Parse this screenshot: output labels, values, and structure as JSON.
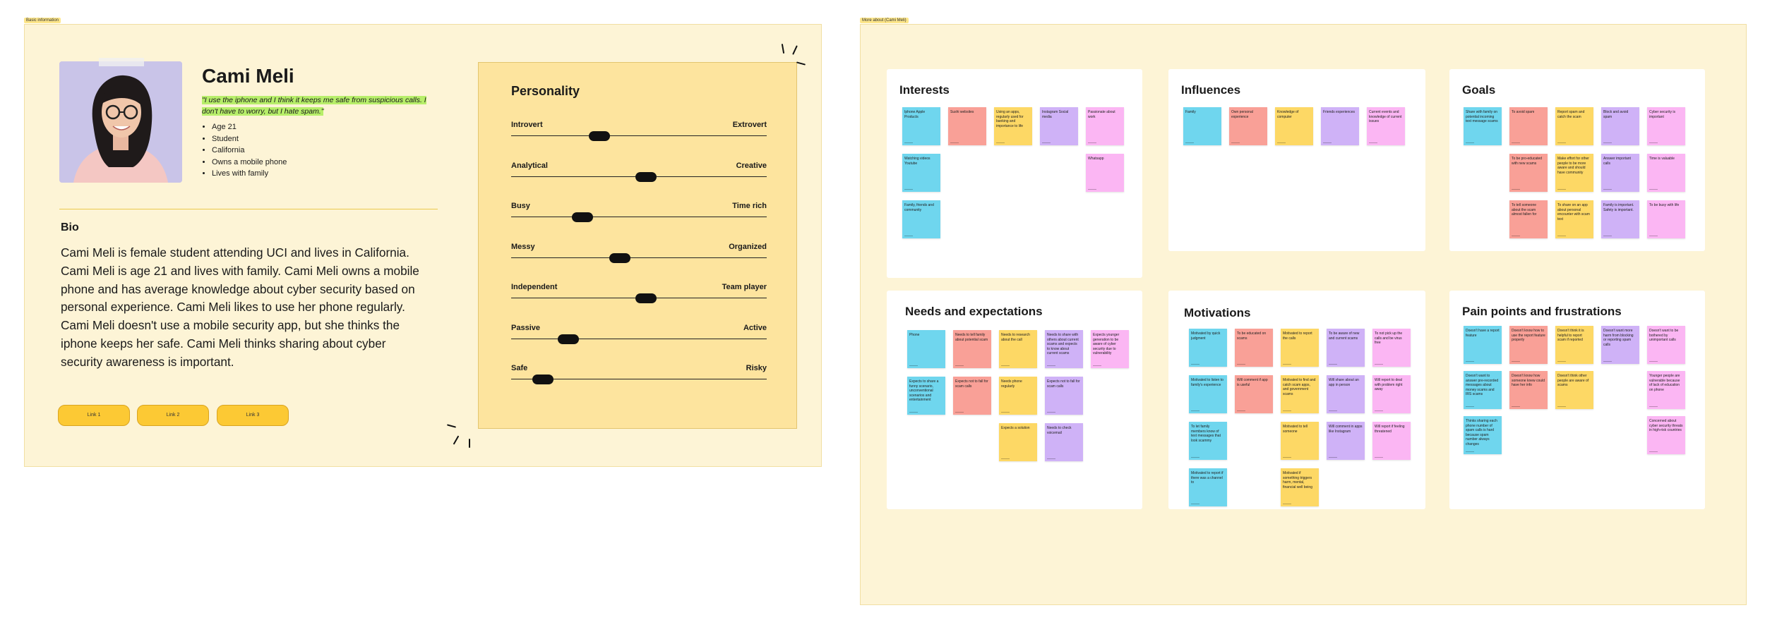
{
  "frames": {
    "basic_label": "Basic information",
    "more_label": "More about (Cami Meli)"
  },
  "persona": {
    "name": "Cami Meli",
    "quote": "\"I use the iphone and I think it keeps me safe from suspicious calls. I don't have to worry, but I hate spam.\"",
    "facts": [
      "Age 21",
      "Student",
      "California",
      "Owns a mobile phone",
      "Lives with family"
    ],
    "bio_heading": "Bio",
    "bio": "Cami Meli is female student attending UCI and lives in California. Cami Meli is age 21 and lives with family. Cami Meli owns a mobile phone and has average knowledge about cyber security based on personal experience. Cami Meli likes to use her phone regularly. Cami Meli doesn't use a mobile security app, but she thinks the iphone keeps her safe. Cami Meli thinks sharing about cyber security awareness is important.",
    "links": [
      "Link 1",
      "Link 2",
      "Link 3"
    ]
  },
  "personality": {
    "title": "Personality",
    "sliders": [
      {
        "left": "Introvert",
        "right": "Extrovert",
        "value": 0.33
      },
      {
        "left": "Analytical",
        "right": "Creative",
        "value": 0.53
      },
      {
        "left": "Busy",
        "right": "Time rich",
        "value": 0.26
      },
      {
        "left": "Messy",
        "right": "Organized",
        "value": 0.42
      },
      {
        "left": "Independent",
        "right": "Team player",
        "value": 0.53
      },
      {
        "left": "Passive",
        "right": "Active",
        "value": 0.2
      },
      {
        "left": "Safe",
        "right": "Risky",
        "value": 0.09
      }
    ]
  },
  "boards": {
    "interests": {
      "title": "Interests",
      "notes": [
        {
          "text": "Iphone Apple Products",
          "color": "blue"
        },
        {
          "text": "Sushi websites",
          "color": "red"
        },
        {
          "text": "Using an apps, regularly used for banking and importance to life",
          "color": "yellow"
        },
        {
          "text": "Instagram Social media",
          "color": "purple"
        },
        {
          "text": "Passionate about work",
          "color": "pink"
        },
        {
          "text": "Watching videos Youtube",
          "color": "blue"
        },
        {
          "text": "Whatsapp",
          "color": "pink"
        },
        {
          "text": "Family, friends and community",
          "color": "blue"
        }
      ]
    },
    "influences": {
      "title": "Influences",
      "notes": [
        {
          "text": "Family",
          "color": "blue"
        },
        {
          "text": "Own personal experience",
          "color": "red"
        },
        {
          "text": "Knowledge of computer",
          "color": "yellow"
        },
        {
          "text": "Friends experiences",
          "color": "purple"
        },
        {
          "text": "Current events and knowledge of current issues",
          "color": "pink"
        }
      ]
    },
    "goals": {
      "title": "Goals",
      "notes": [
        {
          "text": "Share with family on potential incoming text message scams",
          "color": "blue"
        },
        {
          "text": "To avoid spam",
          "color": "red"
        },
        {
          "text": "Report spam and catch the scam",
          "color": "yellow"
        },
        {
          "text": "Block and avoid spam",
          "color": "purple"
        },
        {
          "text": "Cyber security is important",
          "color": "pink"
        },
        {
          "text": "To be pro-educated with new scams",
          "color": "red"
        },
        {
          "text": "Make effort for other people to be more aware and should have community",
          "color": "yellow"
        },
        {
          "text": "Answer important calls",
          "color": "purple"
        },
        {
          "text": "Time is valuable",
          "color": "pink"
        },
        {
          "text": "To tell someone about the scam almost fallen for",
          "color": "red"
        },
        {
          "text": "To share on an app about personal encounter with scam text",
          "color": "yellow"
        },
        {
          "text": "Family is important. Safety is important.",
          "color": "purple"
        },
        {
          "text": "To be busy with life",
          "color": "pink"
        }
      ]
    },
    "needs": {
      "title": "Needs and expectations",
      "notes": [
        {
          "text": "Phone",
          "color": "blue"
        },
        {
          "text": "Needs to tell family about potential scam",
          "color": "red"
        },
        {
          "text": "Needs to research about the call",
          "color": "yellow"
        },
        {
          "text": "Needs to share with others about current scams and expects to know about current scams",
          "color": "purple"
        },
        {
          "text": "Expects younger generation to be aware of cyber security due to vulnerability",
          "color": "pink"
        },
        {
          "text": "Expects to share a funny scenario, unconventional scenarios and entertainment",
          "color": "blue"
        },
        {
          "text": "Expects not to fall for scam calls",
          "color": "red"
        },
        {
          "text": "Needs phone regularly",
          "color": "yellow"
        },
        {
          "text": "Expects not to fall for scam calls",
          "color": "purple"
        },
        {
          "text": "Expects a solution",
          "color": "yellow"
        },
        {
          "text": "Needs to check voicemail",
          "color": "purple"
        }
      ]
    },
    "motivations": {
      "title": "Motivations",
      "notes": [
        {
          "text": "Motivated by quick judgment",
          "color": "blue"
        },
        {
          "text": "To be educated on scams",
          "color": "red"
        },
        {
          "text": "Motivated to report the calls",
          "color": "yellow"
        },
        {
          "text": "To be aware of new and current scams",
          "color": "purple"
        },
        {
          "text": "To not pick up the calls and be virus free",
          "color": "pink"
        },
        {
          "text": "Motivated to listen to family's experience",
          "color": "blue"
        },
        {
          "text": "Will comment if app is useful",
          "color": "red"
        },
        {
          "text": "Motivated to find and catch scam apps, and government scams",
          "color": "yellow"
        },
        {
          "text": "Will share about an app in person",
          "color": "purple"
        },
        {
          "text": "Will report to deal with problem right away",
          "color": "pink"
        },
        {
          "text": "To let family members know of text messages that look scammy",
          "color": "blue"
        },
        {
          "text": "Motivated to tell someone",
          "color": "yellow"
        },
        {
          "text": "Will comment in apps like Instagram",
          "color": "purple"
        },
        {
          "text": "Will report if feeling threatened",
          "color": "pink"
        },
        {
          "text": "Motivated to report if there was a channel to",
          "color": "blue"
        },
        {
          "text": "Motivated if something triggers harm, mental, financial well being",
          "color": "yellow"
        }
      ]
    },
    "pain": {
      "title": "Pain points and frustrations",
      "notes": [
        {
          "text": "Doesn't have a report feature",
          "color": "blue"
        },
        {
          "text": "Doesn't know how to use the report feature properly",
          "color": "red"
        },
        {
          "text": "Doesn't think it is helpful to report scam if reported",
          "color": "yellow"
        },
        {
          "text": "Doesn't want more harm from blocking or reporting spam calls",
          "color": "purple"
        },
        {
          "text": "Doesn't want to be bothered by unimportant calls",
          "color": "pink"
        },
        {
          "text": "Doesn't want to answer pre-recorded messages about money scams and IRS scams",
          "color": "blue"
        },
        {
          "text": "Doesn't know how someone knew could have her info",
          "color": "red"
        },
        {
          "text": "Doesn't think other people are aware of scams",
          "color": "yellow"
        },
        {
          "text": "Younger people are vulnerable because of lack of education on phone",
          "color": "pink"
        },
        {
          "text": "Thinks sharing each phone number of spam calls is hard because spam number always changes",
          "color": "blue"
        },
        {
          "text": "Concerned about cyber security threats in high-risk countries",
          "color": "pink"
        }
      ]
    }
  }
}
